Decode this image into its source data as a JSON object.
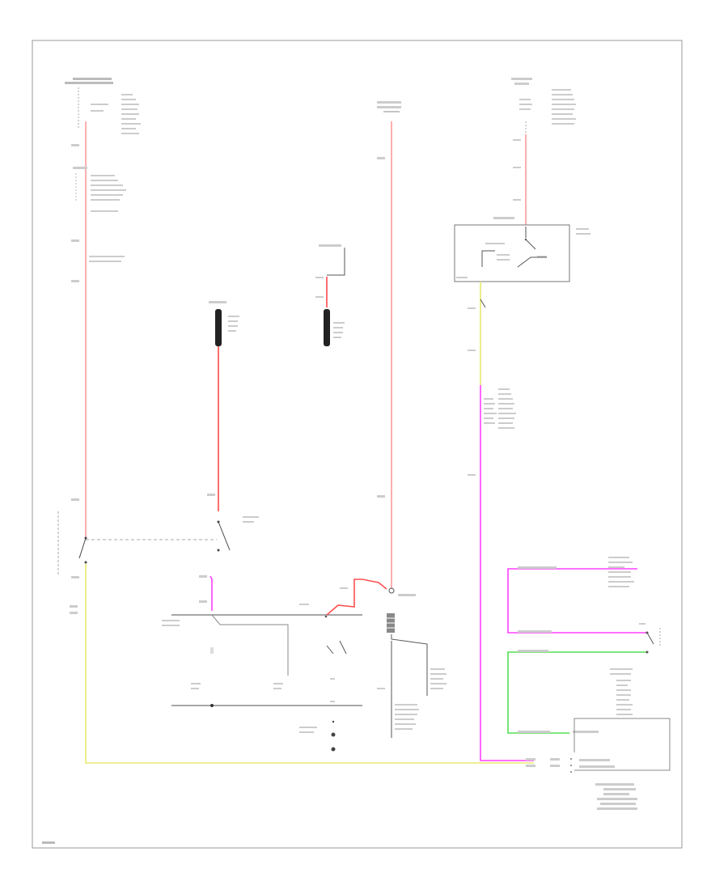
{
  "diagram": {
    "footer_code": "",
    "wire_colors": {
      "pink": "#ff8a8a",
      "red": "#ff2020",
      "magenta": "#ff40ff",
      "yellow": "#e8e870",
      "green": "#55dd55",
      "black": "#222222",
      "frame": "#999999"
    },
    "components": [
      "fuse-block",
      "ignition-switch",
      "starter-solenoid",
      "starter-motor",
      "battery",
      "generator",
      "neutral-safety-switch",
      "park-neutral-position-switch",
      "relay",
      "powertrain-control-module"
    ]
  }
}
